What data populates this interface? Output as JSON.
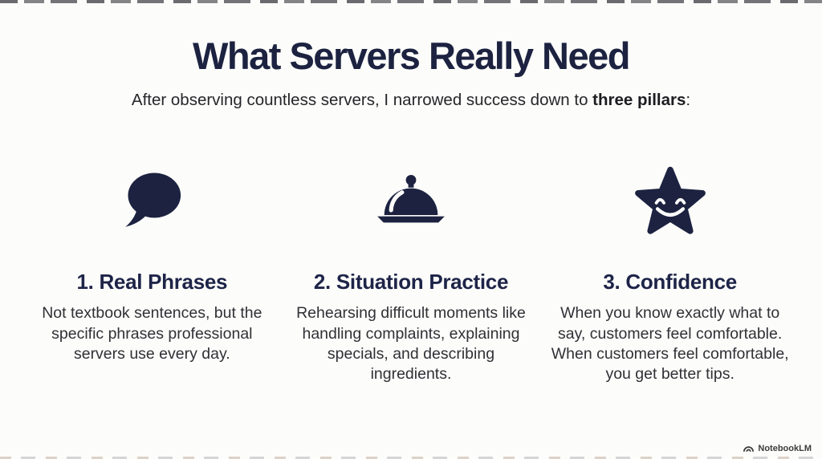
{
  "slide": {
    "title": "What Servers Really Need",
    "subtitle_prefix": "After observing countless servers, I narrowed success down to ",
    "subtitle_bold": "three pillars",
    "subtitle_suffix": ":"
  },
  "pillars": [
    {
      "icon": "speech-bubble-icon",
      "heading": "1. Real Phrases",
      "body": "Not textbook sentences, but the specific phrases professional servers use every day."
    },
    {
      "icon": "cloche-icon",
      "heading": "2. Situation Practice",
      "body": "Rehearsing difficult moments like handling complaints, explaining specials, and describing ingredients."
    },
    {
      "icon": "star-smiley-icon",
      "heading": "3. Confidence",
      "body": "When you know exactly what to say, customers feel comfortable. When customers feel comfortable, you get better tips."
    }
  ],
  "watermark": {
    "label": "NotebookLM"
  },
  "colors": {
    "navy": "#1c2240",
    "body_text": "#303036",
    "background": "#fcfcfa",
    "watermark_text": "#3c3c3c"
  }
}
